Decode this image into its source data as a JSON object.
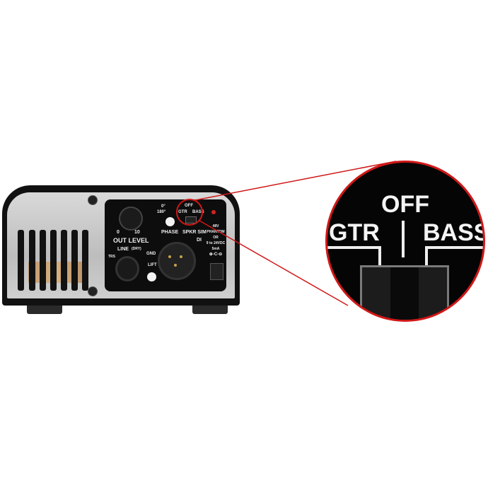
{
  "device": {
    "out_level_label": "OUT LEVEL",
    "out_level_min": "0",
    "out_level_max": "10",
    "phase_0": "0°",
    "phase_180": "180°",
    "phase_label": "PHASE",
    "spkr_sim_label": "SPKR SIM",
    "di_label": "DI",
    "switch_off": "OFF",
    "switch_gtr": "GTR",
    "switch_bass": "BASS",
    "line_label": "LINE",
    "line_sub": "(DRY)",
    "trs_label": "TRS",
    "gnd_label": "GND",
    "lift_label": "LIFT",
    "power_lines": [
      "48V",
      "PHANTOM",
      "OR",
      "9 to 24VDC",
      "5mA"
    ],
    "polarity": "⊕-C-⊖"
  },
  "magnified": {
    "off": "OFF",
    "gtr": "GTR",
    "bass": "BASS"
  },
  "colors": {
    "callout_red": "#d01818",
    "panel_black": "#0d0d0d"
  }
}
